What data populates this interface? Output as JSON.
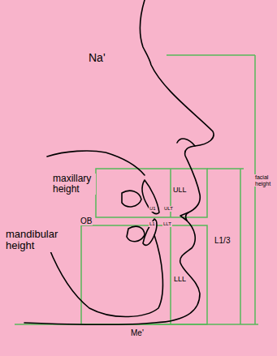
{
  "diagram": {
    "labels": [
      "Na'",
      "maxillary height",
      "ULL",
      "facial height",
      "U1",
      "ULT",
      "OB",
      "L1",
      "LLT",
      "L1/3",
      "mandibular height",
      "LLL",
      "Me'"
    ]
  }
}
